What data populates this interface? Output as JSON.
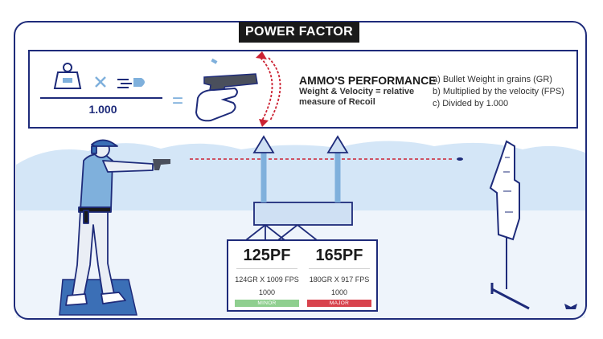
{
  "title": "POWER FACTOR",
  "formula": {
    "denominator": "1.000",
    "equals": "="
  },
  "performance": {
    "title": "AMMO'S PERFORMANCE",
    "subtitle": "Weight & Velocity = relative measure of Recoil",
    "steps": [
      "a) Bullet Weight in grains (GR)",
      "b) Multiplied by the velocity (FPS)",
      "c) Divided by 1.000"
    ]
  },
  "power_factors": [
    {
      "label": "125PF",
      "detail": "124GR X 1009 FPS",
      "divisor": "1000",
      "class": "MINOR",
      "color": "#8fcf8f"
    },
    {
      "label": "165PF",
      "detail": "180GR X 917 FPS",
      "divisor": "1000",
      "class": "MAJOR",
      "color": "#d8434d"
    }
  ],
  "icons": [
    "weight-icon",
    "multiply-icon",
    "bullet-icon",
    "hand-pistol-icon",
    "recoil-arrow-icon",
    "shooter-figure",
    "chronograph-icon",
    "steel-target-icon",
    "brand-logo-icon"
  ],
  "colors": {
    "navy": "#1e2b7a",
    "light_blue": "#cfe0f3",
    "red_dash": "#cc2233"
  }
}
